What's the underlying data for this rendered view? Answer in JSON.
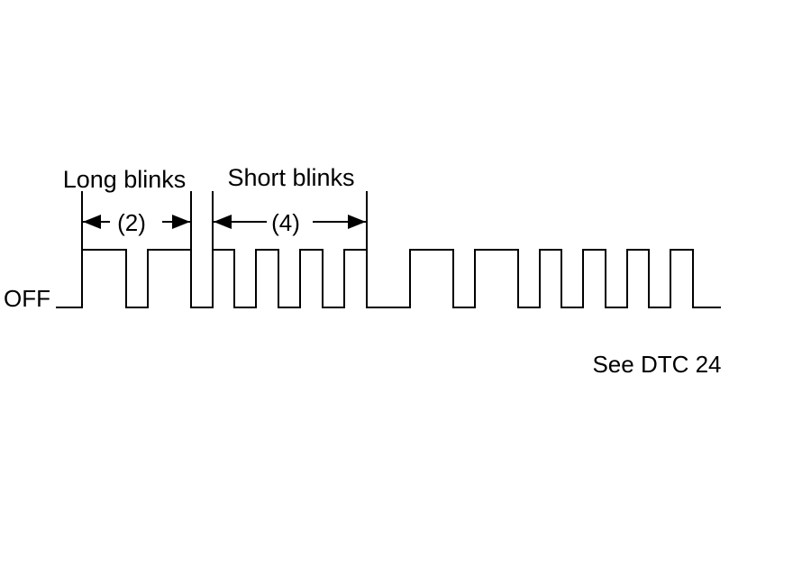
{
  "labels": {
    "long_blinks": "Long blinks",
    "short_blinks": "Short blinks",
    "long_count": "(2)",
    "short_count": "(4)",
    "off": "OFF",
    "caption": "See DTC 24"
  },
  "colors": {
    "ink": "#000000",
    "background": "#ffffff"
  }
}
